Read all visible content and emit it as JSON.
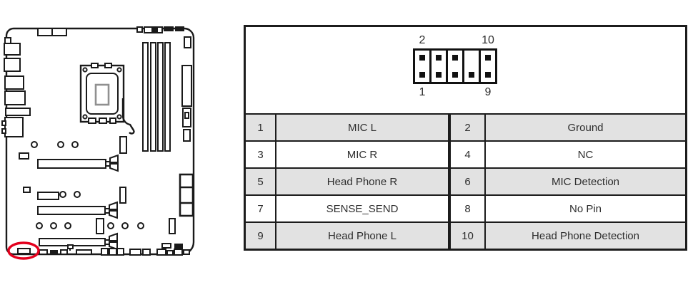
{
  "colors": {
    "line": "#1a1a1a",
    "highlight_red": "#e3001d",
    "row_shade": "#e2e2e2",
    "text": "#2d2d2d"
  },
  "board": {
    "highlighted_connector": "front-audio-header",
    "highlight_shape": "red-ellipse"
  },
  "pin_header": {
    "top_left_label": "2",
    "top_right_label": "10",
    "bottom_left_label": "1",
    "bottom_right_label": "9",
    "columns": [
      {
        "top": true,
        "bottom": true
      },
      {
        "top": true,
        "bottom": true
      },
      {
        "top": true,
        "bottom": true
      },
      {
        "top": false,
        "bottom": true
      },
      {
        "top": true,
        "bottom": true
      }
    ]
  },
  "pin_table": {
    "rows": [
      {
        "pin_left": "1",
        "signal_left": "MIC L",
        "pin_right": "2",
        "signal_right": "Ground",
        "shaded": true
      },
      {
        "pin_left": "3",
        "signal_left": "MIC R",
        "pin_right": "4",
        "signal_right": "NC",
        "shaded": false
      },
      {
        "pin_left": "5",
        "signal_left": "Head Phone R",
        "pin_right": "6",
        "signal_right": "MIC Detection",
        "shaded": true
      },
      {
        "pin_left": "7",
        "signal_left": "SENSE_SEND",
        "pin_right": "8",
        "signal_right": "No Pin",
        "shaded": false
      },
      {
        "pin_left": "9",
        "signal_left": "Head Phone L",
        "pin_right": "10",
        "signal_right": "Head Phone Detection",
        "shaded": true
      }
    ]
  }
}
